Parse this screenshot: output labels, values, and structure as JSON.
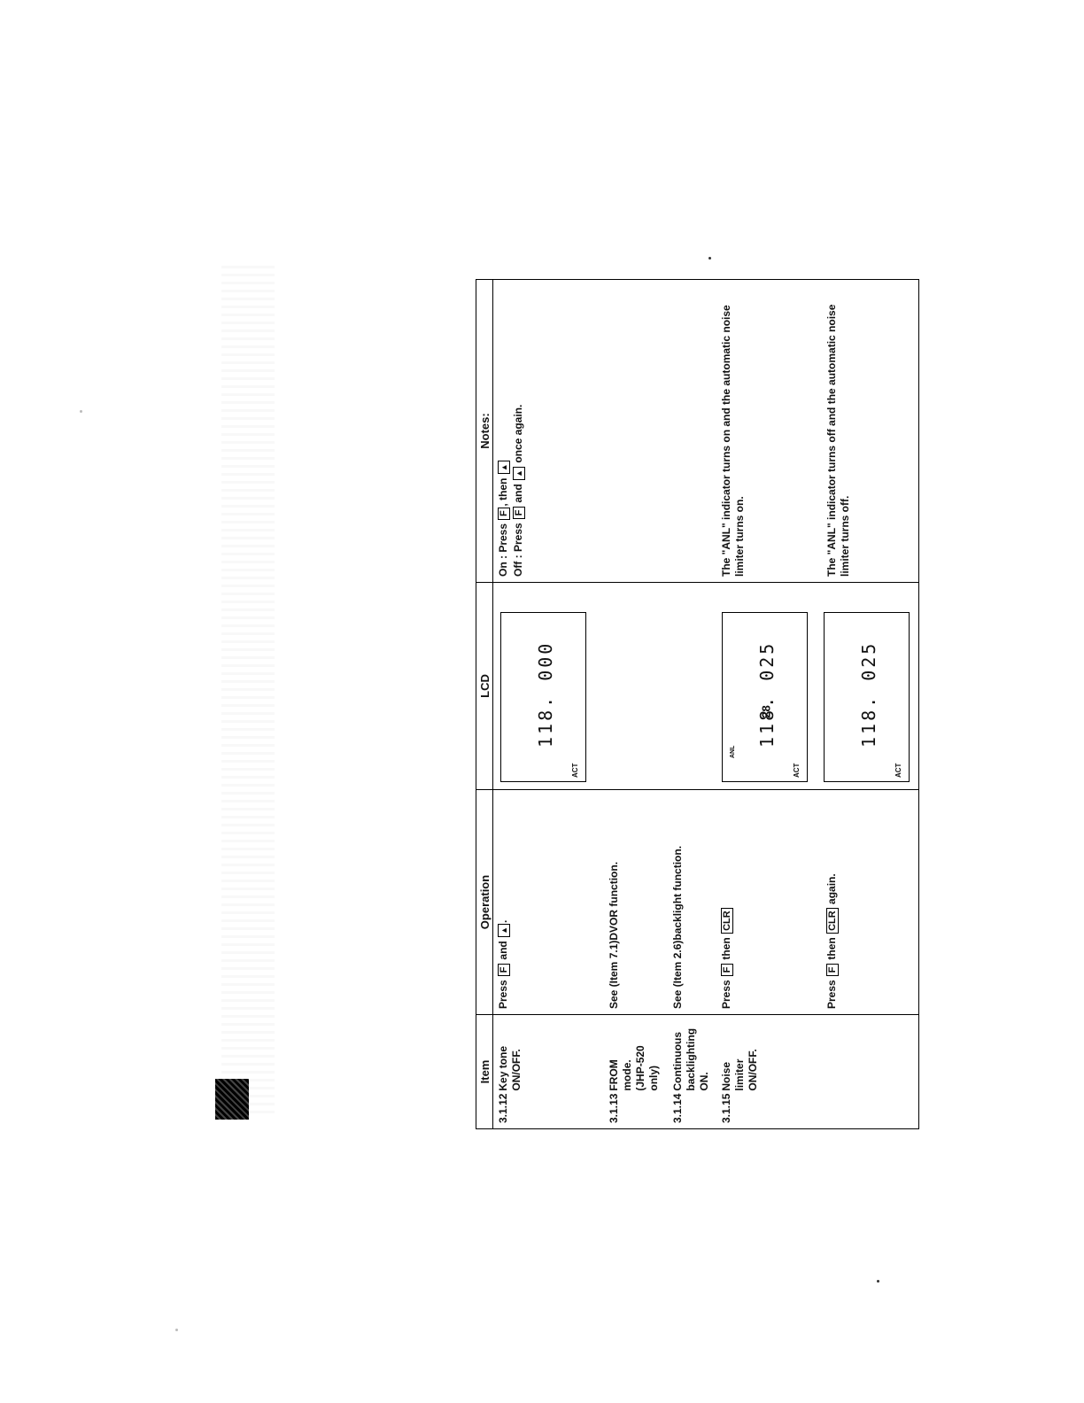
{
  "page_number": "28",
  "headers": {
    "item": "Item",
    "operation": "Operation",
    "lcd": "LCD",
    "notes": "Notes:"
  },
  "rows": [
    {
      "item_num": "3.1.12",
      "item_text": "Key tone ON/OFF.",
      "op_prefix": "Press",
      "op_key1": "F",
      "op_mid": "and",
      "op_suffix": ".",
      "lcd_freq": "118. 000",
      "lcd_act": "ACT",
      "note_on_prefix": "On : Press",
      "note_on_key1": "F",
      "note_on_mid": ", then",
      "note_off_prefix": "Off : Press",
      "note_off_key1": "F",
      "note_off_mid": "and",
      "note_off_suffix": "once again."
    },
    {
      "item_num": "3.1.13",
      "item_text": "FROM mode. (JHP-520 only)",
      "operation": "See (Item 7.1)DVOR function."
    },
    {
      "item_num": "3.1.14",
      "item_text": "Continuous backlighting ON.",
      "operation": "See (Item 2.6)backlight function."
    },
    {
      "item_num": "3.1.15",
      "item_text": "Noise limiter ON/OFF.",
      "op_prefix": "Press",
      "op_key1": "F",
      "op_mid": "then",
      "op_key2": "CLR",
      "lcd_freq": "118. 025",
      "lcd_act": "ACT",
      "lcd_anl": "ANL",
      "note": "The \"ANL\" indicator turns on and the automatic noise limiter turns on."
    },
    {
      "op_prefix": "Press",
      "op_key1": "F",
      "op_mid": "then",
      "op_key2": "CLR",
      "op_suffix": "again.",
      "lcd_freq": "118. 025",
      "lcd_act": "ACT",
      "note": "The \"ANL\" indicator turns off and the automatic noise limiter turns off."
    }
  ]
}
